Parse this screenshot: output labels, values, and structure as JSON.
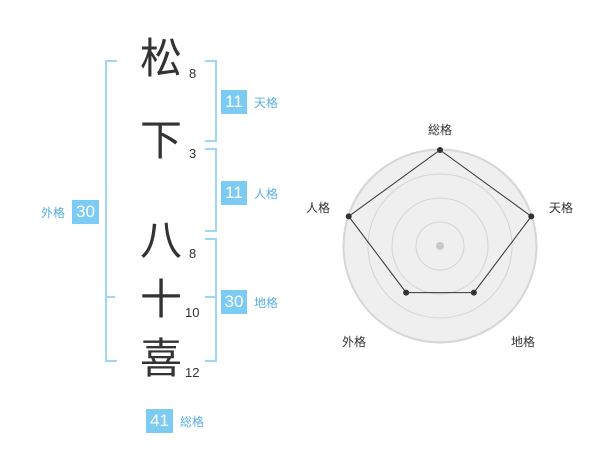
{
  "name": {
    "chars": [
      {
        "char": "松",
        "strokes": "8"
      },
      {
        "char": "下",
        "strokes": "3"
      },
      {
        "char": "八",
        "strokes": "8"
      },
      {
        "char": "十",
        "strokes": "10"
      },
      {
        "char": "喜",
        "strokes": "12"
      }
    ]
  },
  "fortune": {
    "tenkaku": {
      "value": "11",
      "label": "天格"
    },
    "jinkaku": {
      "value": "11",
      "label": "人格"
    },
    "chikaku": {
      "value": "30",
      "label": "地格"
    },
    "gaikaku": {
      "value": "30",
      "label": "外格"
    },
    "soukaku": {
      "value": "41",
      "label": "総格"
    }
  },
  "colors": {
    "badge": "#7ccbf3",
    "bracket": "#9fd6f3",
    "label": "#5aaee4",
    "radar_fill": "#efefef",
    "radar_ring": "#d4d4d4",
    "radar_line": "#333333"
  },
  "chart_data": {
    "type": "radar",
    "axes": [
      "総格",
      "天格",
      "地格",
      "外格",
      "人格"
    ],
    "values": [
      1.0,
      1.0,
      0.6,
      0.6,
      1.0
    ],
    "range": [
      0,
      1
    ],
    "rings": 4,
    "grid": true
  }
}
